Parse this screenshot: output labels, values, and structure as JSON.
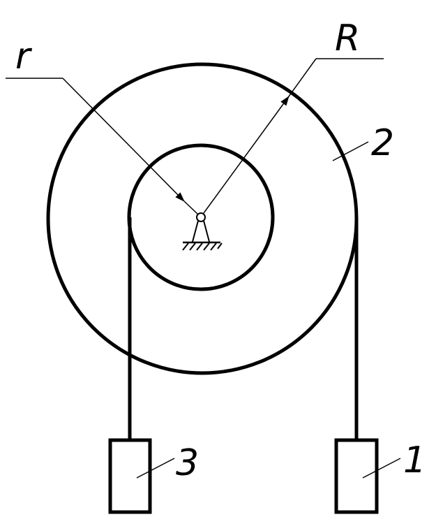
{
  "labels": {
    "small_radius": "r",
    "large_radius": "R",
    "drum": "2",
    "right_weight": "1",
    "left_weight": "3"
  },
  "colors": {
    "stroke": "#000000",
    "background": "#ffffff"
  }
}
